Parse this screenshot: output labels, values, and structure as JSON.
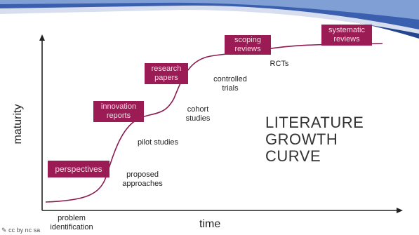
{
  "axes": {
    "y_label": "maturity",
    "x_label": "time"
  },
  "title": "LITERATURE\nGROWTH\nCURVE",
  "stages": [
    {
      "label": "perspectives"
    },
    {
      "label": "innovation\nreports"
    },
    {
      "label": "research\npapers"
    },
    {
      "label": "scoping\nreviews"
    },
    {
      "label": "systematic\nreviews"
    }
  ],
  "notes": [
    {
      "label": "problem\nidentification"
    },
    {
      "label": "proposed\napproaches"
    },
    {
      "label": "pilot studies"
    },
    {
      "label": "cohort\nstudies"
    },
    {
      "label": "controlled\ntrials"
    },
    {
      "label": "RCTs"
    }
  ],
  "license_badge": "cc by nc sa",
  "colors": {
    "accent": "#9b1b55",
    "curve": "#8b1a4f",
    "banner_blue": "#1f3e8f"
  }
}
